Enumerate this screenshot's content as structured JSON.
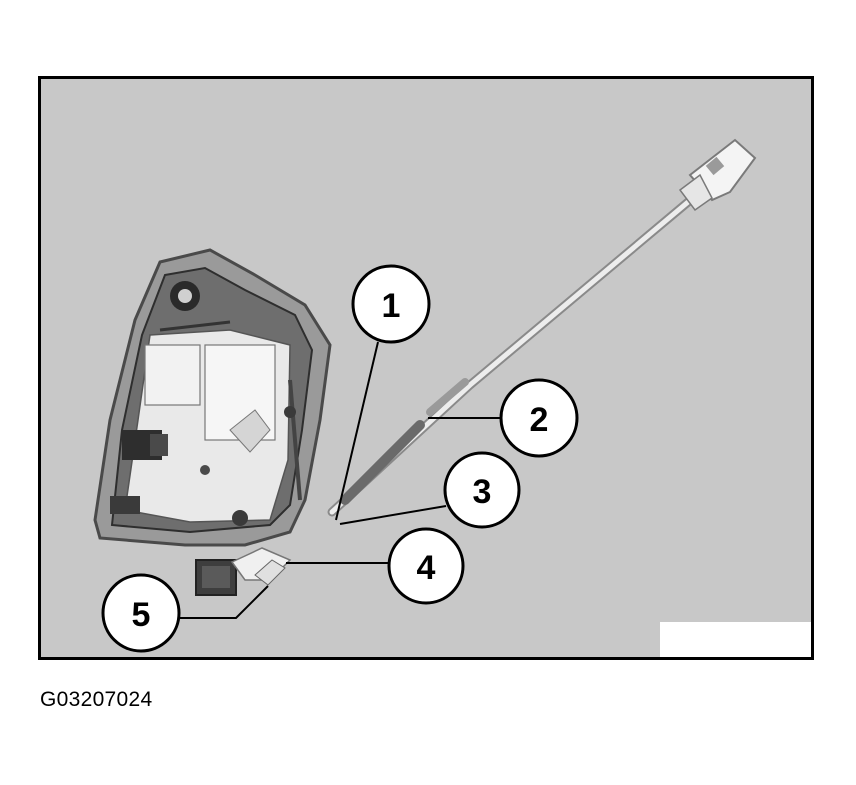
{
  "figure": {
    "id_text": "G03207024",
    "background_color": "#c8c8c8",
    "callouts": [
      {
        "label": "1"
      },
      {
        "label": "2"
      },
      {
        "label": "3"
      },
      {
        "label": "4"
      },
      {
        "label": "5"
      }
    ]
  }
}
